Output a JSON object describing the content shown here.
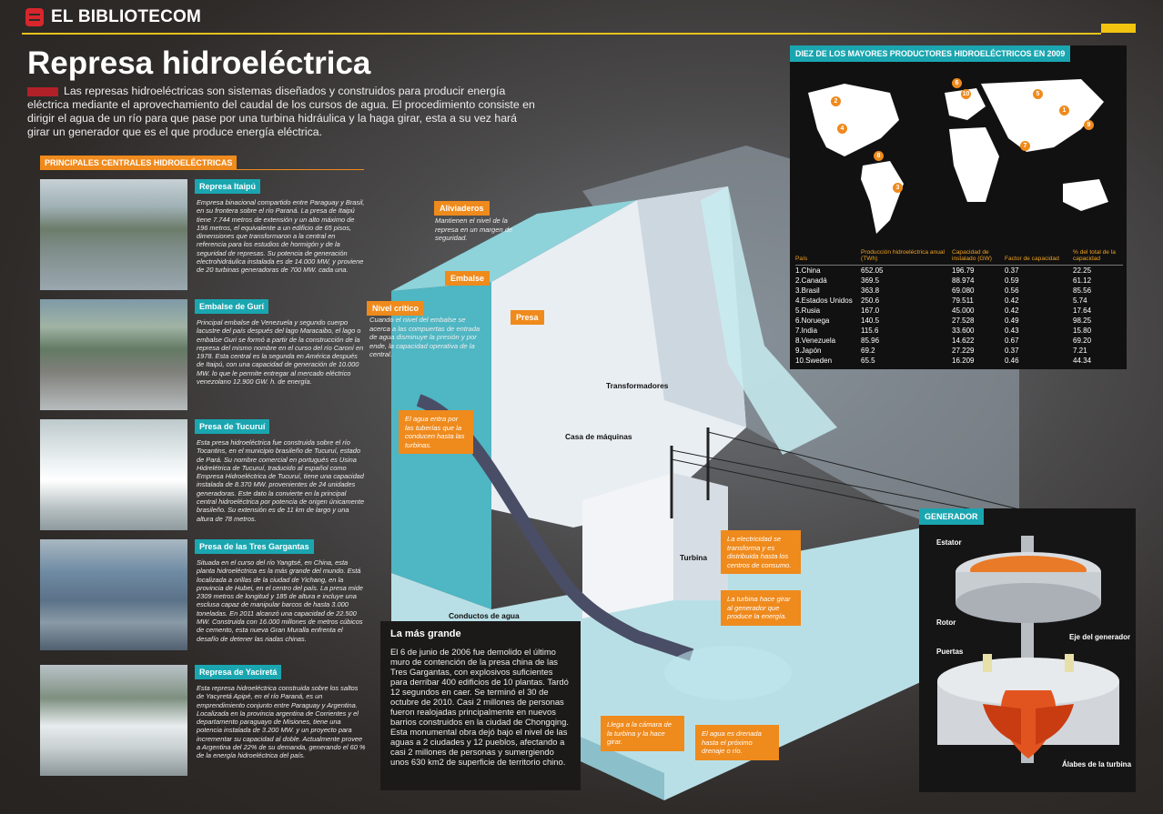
{
  "brand": "EL BIBLIOTECOM",
  "title": "Represa hidroeléctrica",
  "intro": "Las represas hidroeléctricas son sistemas diseñados y construidos para producir energía eléctrica mediante el aprovechamiento del caudal de los cursos de agua. El procedimiento consiste en dirigir el agua de un río para que pase por una turbina hidráulica y la haga girar, esta a su vez hará girar un generador que es el que produce energía eléctrica.",
  "section_title": "PRINCIPALES CENTRALES HIDROELÉCTRICAS",
  "cards": [
    {
      "title": "Represa Itaipú",
      "text": "Empresa binacional compartido entre Paraguay y Brasil, en su frontera sobre el río Paraná. La presa de Itaipú tiene 7.744 metros de extensión y un alto máximo de 196 metros, el equivalente a un edificio de 65 pisos, dimensiones que transformaron a la central en referencia para los estudios de hormigón y de la seguridad de represas. Su potencia de generación electrohidráulica instalada es de 14.000 MW, y proviene de 20 turbinas generadoras de 700 MW. cada una."
    },
    {
      "title": "Embalse de Gurí",
      "text": "Principal embalse de Venezuela y segundo cuerpo lacustre del país después del lago Maracaibo, el lago o embalse Guri se formó a partir de la construcción de la represa del mismo nombre en el curso del río Caroní en 1978. Esta central es la segunda en América después de Itaipú, con una capacidad de generación de 10.000 MW. lo que le permite entregar al mercado eléctrico venezolano 12.900 GW. h. de energía."
    },
    {
      "title": "Presa de Tucuruí",
      "text": "Esta presa hidroeléctrica fue construida sobre el río Tocantins, en el municipio brasileño de Tucuruí, estado de Pará. Su nombre comercial en portugués es Usina Hidrelétrica de Tucuruí, traducido al español como Empresa Hidroeléctrica de Tucuruí, tiene una capacidad instalada de 8.370 MW. provenientes de 24 unidades generadoras. Este dato la convierte en la principal central hidroeléctrica por potencia de origen únicamente brasileño. Su extensión es de 11 km de largo y una altura de 78 metros."
    },
    {
      "title": "Presa de las Tres Gargantas",
      "text": "Situada en el curso del río Yangtsé, en China, esta planta hidroeléctrica es la más grande del mundo. Está localizada a orillas de la ciudad de Yichang, en la provincia de Hubei, en el centro del país. La presa mide 2309 metros de longitud y 185 de altura e incluye una esclusa capaz de manipular barcos de hasta 3.000 toneladas. En 2011 alcanzó una capacidad de 22.500 MW. Construida con 16.000 millones de metros cúbicos de cemento, esta nueva Gran Muralla enfrenta el desafío de detener las riadas chinas."
    },
    {
      "title": "Represa de Yaciretá",
      "text": "Esta represa hidroeléctrica construida sobre los saltos de Yacyretá Apipé, en el río Paraná, es un emprendimiento conjunto entre Paraguay y Argentina. Localizada en la provincia argentina de Corrientes y el departamento paraguayo de Misiones, tiene una potencia instalada de 3.200 MW. y un proyecto para incrementar su capacidad al doble. Actualmente provee a Argentina del 22% de su demanda, generando el 60 % de la energía hidroeléctrica del país."
    }
  ],
  "diagram": {
    "aliviaderos": "Aliviaderos",
    "aliviaderos_note": "Mantienen el nivel de la represa en un margen de seguridad.",
    "embalse": "Embalse",
    "nivel_critico": "Nivel crítico",
    "nivel_note": "Cuando el nivel del embalse se acerca a las compuertas de entrada de agua disminuye la presión y por ende, la capacidad operativa de la central.",
    "presa": "Presa",
    "agua_entra": "El agua entra por las tuberías que la conducen hasta las turbinas.",
    "transformadores": "Transformadores",
    "casa": "Casa de máquinas",
    "turbina": "Turbina",
    "conductos": "Conductos de agua",
    "electricidad": "La electricidad se transforma y es distribuida hasta los centros de consumo.",
    "turbina_gira": "La turbina hace girar al generador que produce la energía.",
    "llega": "Llega a la cámara de la turbina y la hace girar.",
    "drenada": "El agua es drenada hasta el próximo drenaje o río."
  },
  "bigbox": {
    "title": "La más grande",
    "text": "El 6 de junio de 2006 fue demolido el último muro de contención de la presa china de las Tres Gargantas, con explosivos suficientes para derribar 400 edificios de 10 plantas. Tardó 12 segundos en caer. Se terminó el 30 de octubre de 2010. Casi 2 millones de personas fueron realojadas principalmente en nuevos barrios construidos en la ciudad de Chongqing. Esta monumental obra dejó bajo el nivel de las aguas a 2 ciudades y 12 pueblos, afectando a casi 2 millones de personas y sumergiendo unos 630 km2 de superficie de territorio chino."
  },
  "map": {
    "title": "DIEZ DE LOS MAYORES PRODUCTORES HIDROELÉCTRICOS EN 2009",
    "headers": [
      "País",
      "Producción hidroeléctrica anual (TWh)",
      "Capacidad de instalado (GW)",
      "Factor de capacidad",
      "% del total de la capacidad"
    ],
    "rows": [
      [
        "1.China",
        "652.05",
        "196.79",
        "0.37",
        "22.25"
      ],
      [
        "2.Canadá",
        "369.5",
        "88.974",
        "0.59",
        "61.12"
      ],
      [
        "3.Brasil",
        "363.8",
        "69.080",
        "0.56",
        "85.56"
      ],
      [
        "4.Estados Unidos",
        "250.6",
        "79.511",
        "0.42",
        "5.74"
      ],
      [
        "5.Rusia",
        "167.0",
        "45.000",
        "0.42",
        "17.64"
      ],
      [
        "6.Noruega",
        "140.5",
        "27.528",
        "0.49",
        "98.25"
      ],
      [
        "7.India",
        "115.6",
        "33.600",
        "0.43",
        "15.80"
      ],
      [
        "8.Venezuela",
        "85.96",
        "14.622",
        "0.67",
        "69.20"
      ],
      [
        "9.Japón",
        "69.2",
        "27.229",
        "0.37",
        "7.21"
      ],
      [
        "10.Sweden",
        "65.5",
        "16.209",
        "0.46",
        "44.34"
      ]
    ],
    "markers": [
      "1",
      "2",
      "3",
      "4",
      "5",
      "6",
      "7",
      "8",
      "9",
      "10"
    ]
  },
  "generator": {
    "title": "GENERADOR",
    "estator": "Estator",
    "rotor": "Rotor",
    "eje": "Eje del generador",
    "puertas": "Puertas",
    "alabes": "Álabes de la turbina"
  },
  "colors": {
    "accent": "#ef8a1c",
    "teal": "#1aa6b0",
    "brand_red": "#d8262d",
    "topbar": "#e8c21b"
  }
}
